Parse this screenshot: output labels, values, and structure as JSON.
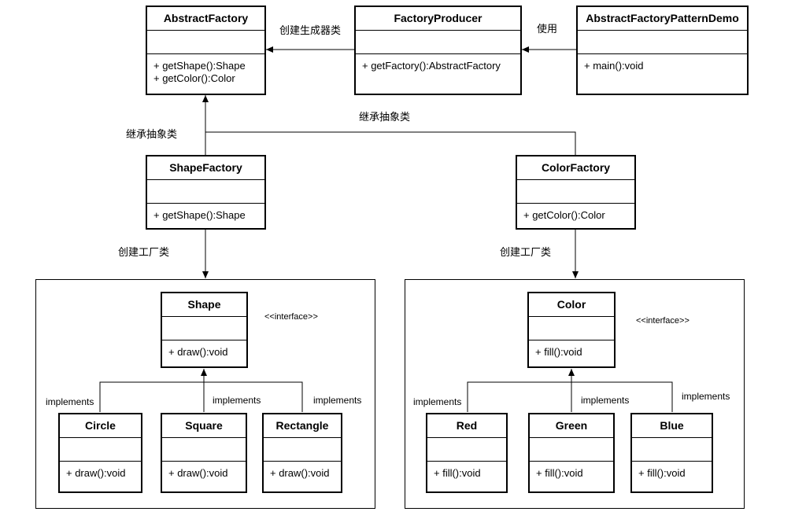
{
  "classes": {
    "abstract_factory": {
      "name": "AbstractFactory",
      "ops": [
        "+ getShape():Shape",
        "+ getColor():Color"
      ]
    },
    "factory_producer": {
      "name": "FactoryProducer",
      "ops": [
        "+ getFactory():AbstractFactory"
      ]
    },
    "demo": {
      "name": "AbstractFactoryPatternDemo",
      "ops": [
        "+ main():void"
      ]
    },
    "shape_factory": {
      "name": "ShapeFactory",
      "ops": [
        "+ getShape():Shape"
      ]
    },
    "color_factory": {
      "name": "ColorFactory",
      "ops": [
        "+ getColor():Color"
      ]
    },
    "shape": {
      "name": "Shape",
      "ops": [
        "+ draw():void"
      ]
    },
    "circle": {
      "name": "Circle",
      "ops": [
        "+ draw():void"
      ]
    },
    "square": {
      "name": "Square",
      "ops": [
        "+ draw():void"
      ]
    },
    "rectangle": {
      "name": "Rectangle",
      "ops": [
        "+ draw():void"
      ]
    },
    "color": {
      "name": "Color",
      "ops": [
        "+ fill():void"
      ]
    },
    "red": {
      "name": "Red",
      "ops": [
        "+ fill():void"
      ]
    },
    "green": {
      "name": "Green",
      "ops": [
        "+ fill():void"
      ]
    },
    "blue": {
      "name": "Blue",
      "ops": [
        "+ fill():void"
      ]
    }
  },
  "labels": {
    "create_generator": "创建生成器类",
    "use": "使用",
    "inherit_left": "继承抽象类",
    "inherit_right": "继承抽象类",
    "create_factory_left": "创建工厂类",
    "create_factory_right": "创建工厂类",
    "interface_shape": "<<interface>>",
    "interface_color": "<<interface>>",
    "implements": "implements"
  }
}
